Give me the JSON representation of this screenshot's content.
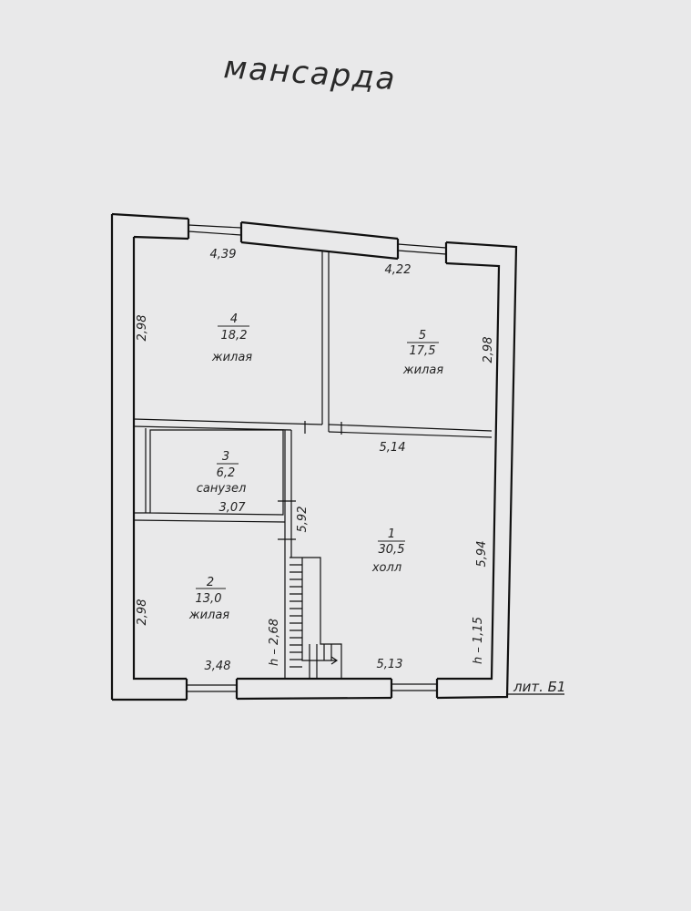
{
  "title": "мансарда",
  "label_lit": "лит. Б1",
  "rooms": [
    {
      "num": "1",
      "area": "30,5",
      "type": "холл"
    },
    {
      "num": "2",
      "area": "13,0",
      "type": "жилая"
    },
    {
      "num": "3",
      "area": "6,2",
      "type": "санузел"
    },
    {
      "num": "4",
      "area": "18,2",
      "type": "жилая"
    },
    {
      "num": "5",
      "area": "17,5",
      "type": "жилая"
    }
  ],
  "dimensions": {
    "r4_top": "4,39",
    "r4_left": "2,98",
    "r5_top": "4,22",
    "r5_right": "2,98",
    "r1_top": "5,14",
    "r1_left": "5,92",
    "r1_right": "5,94",
    "r1_bottom": "5,13",
    "r1_h": "h – 1,15",
    "r3_bottom": "3,07",
    "r2_left": "2,98",
    "r2_bottom": "3,48",
    "r2_h": "h – 2,68"
  }
}
